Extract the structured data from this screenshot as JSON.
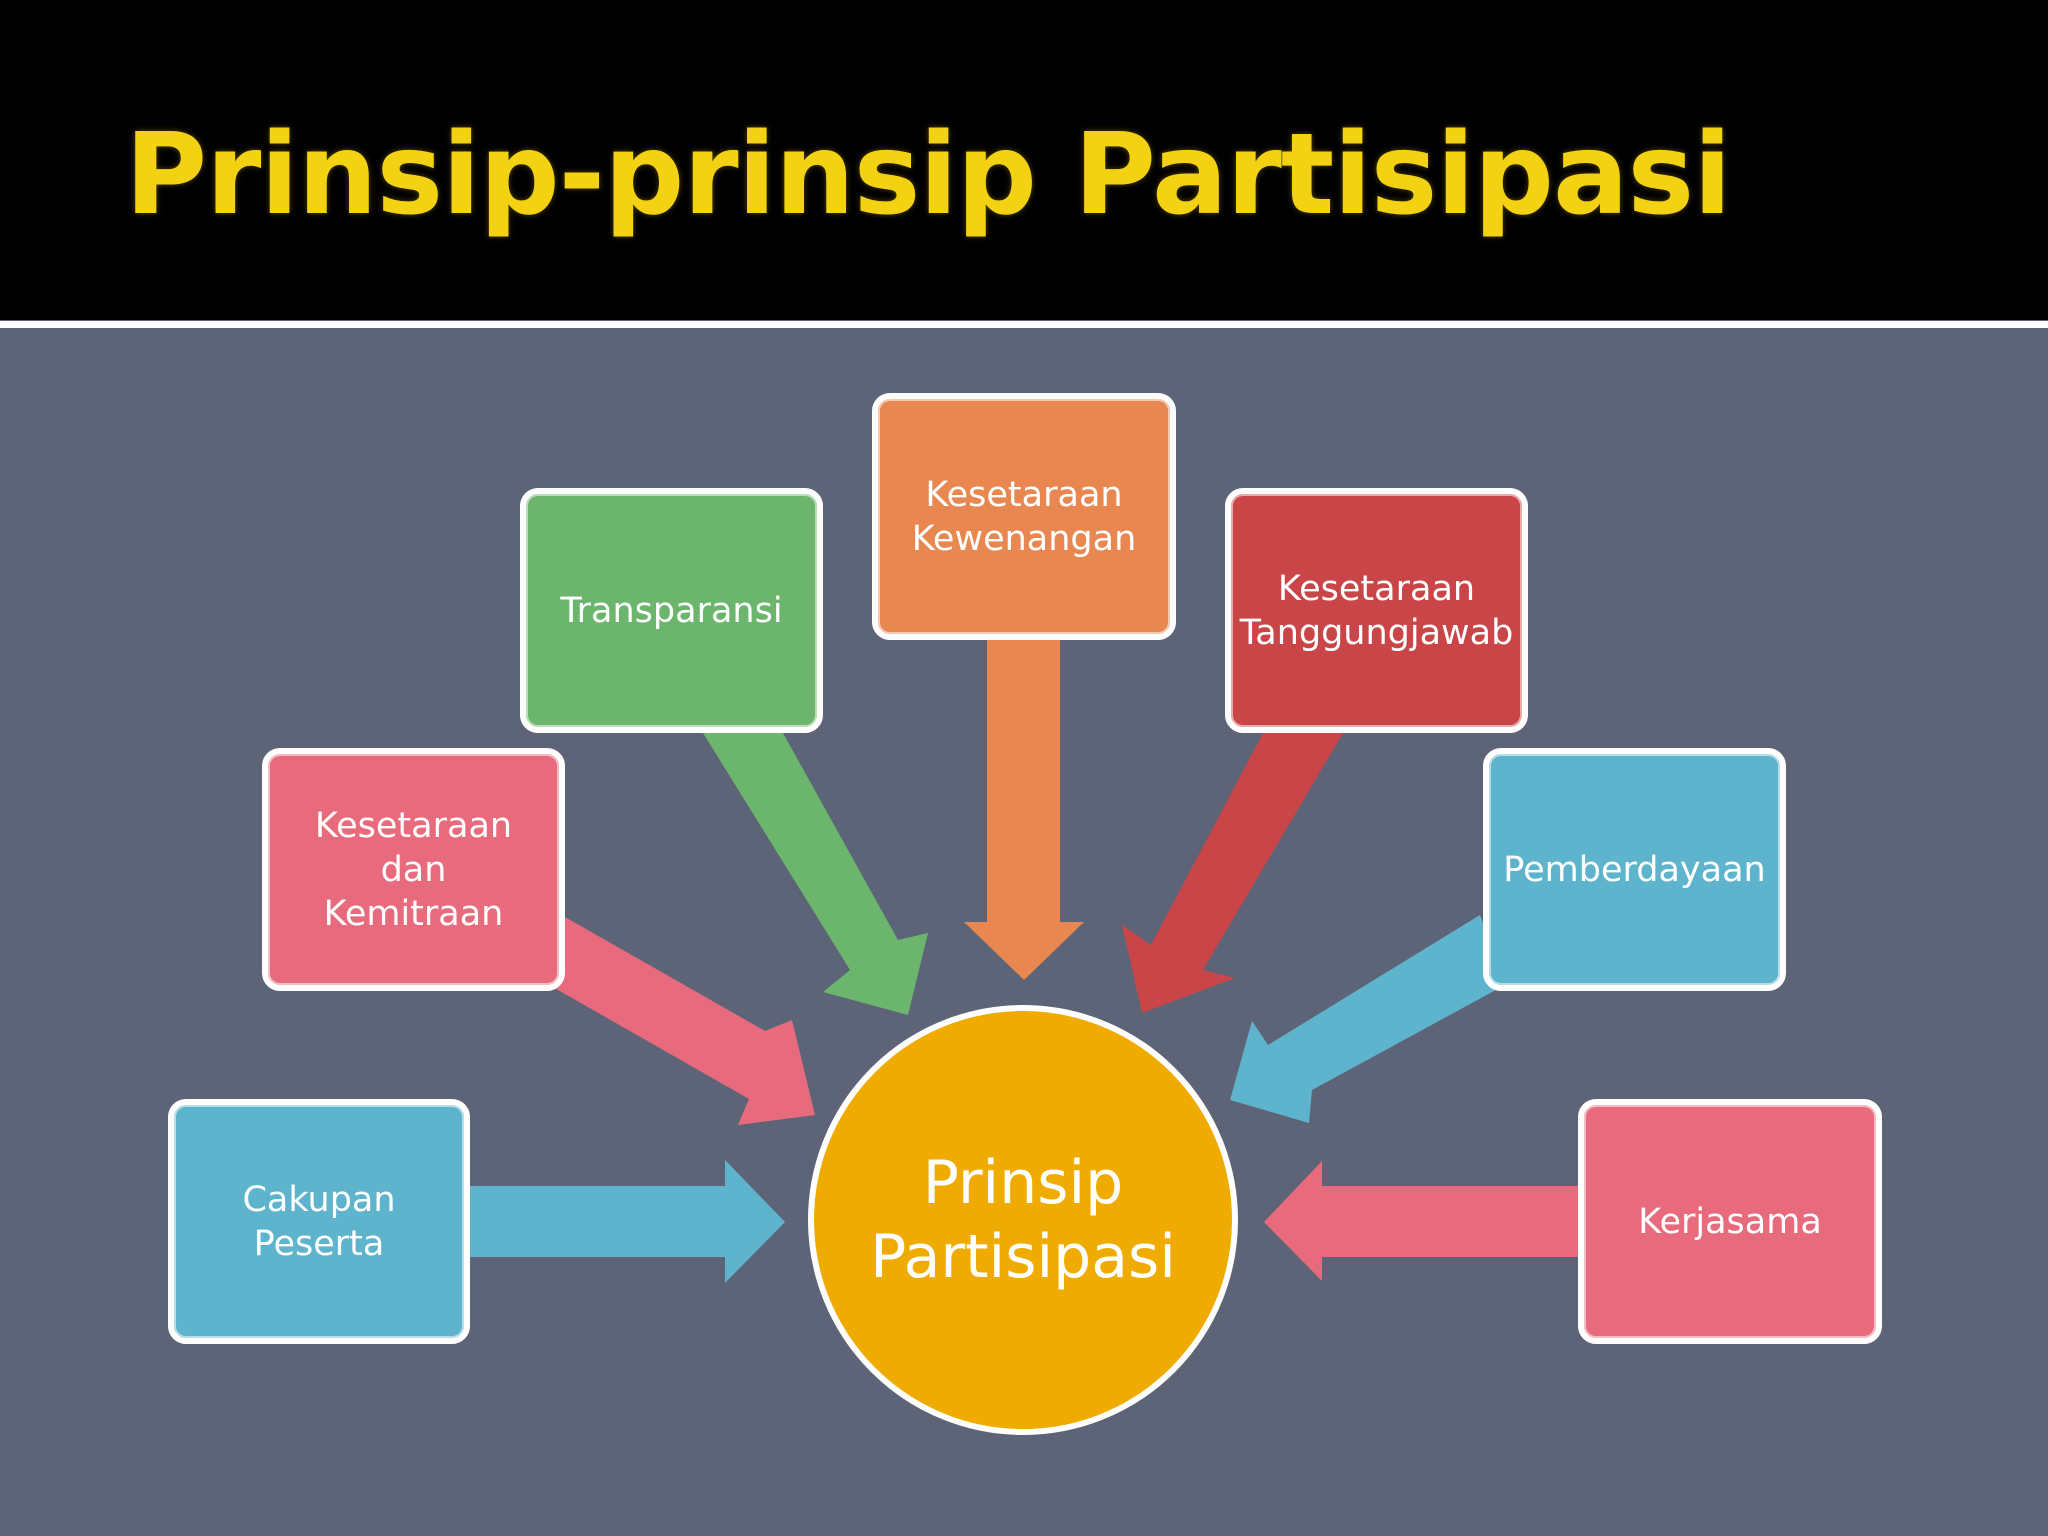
{
  "slide": {
    "title": "Prinsip-prinsip Partisipasi"
  },
  "diagram": {
    "center": {
      "label": "Prinsip\nPartisipasi",
      "color": "#f0ab00"
    },
    "nodes": [
      {
        "id": "cakupan-peserta",
        "label": "Cakupan\nPeserta",
        "color": "#5eb4cd"
      },
      {
        "id": "kesetaraan-dan-kemitraan",
        "label": "Kesetaraan dan\nKemitraan",
        "color": "#e86b7d"
      },
      {
        "id": "transparansi",
        "label": "Transparansi",
        "color": "#6bb56d"
      },
      {
        "id": "kesetaraan-kewenangan",
        "label": "Kesetaraan\nKewenangan",
        "color": "#e8874f"
      },
      {
        "id": "kesetaraan-tanggungjawab",
        "label": "Kesetaraan\nTanggungjawab",
        "color": "#c94548"
      },
      {
        "id": "pemberdayaan",
        "label": "Pemberdayaan",
        "color": "#5eb4cd"
      },
      {
        "id": "kerjasama",
        "label": "Kerjasama",
        "color": "#e86b7d"
      }
    ]
  }
}
